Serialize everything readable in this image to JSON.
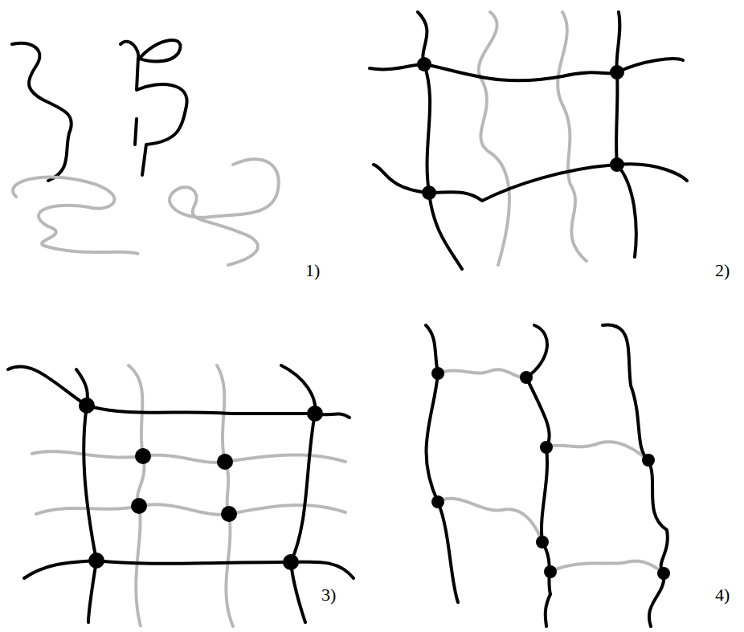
{
  "diagram": {
    "labels": [
      "1)",
      "2)",
      "3)",
      "4)"
    ]
  }
}
